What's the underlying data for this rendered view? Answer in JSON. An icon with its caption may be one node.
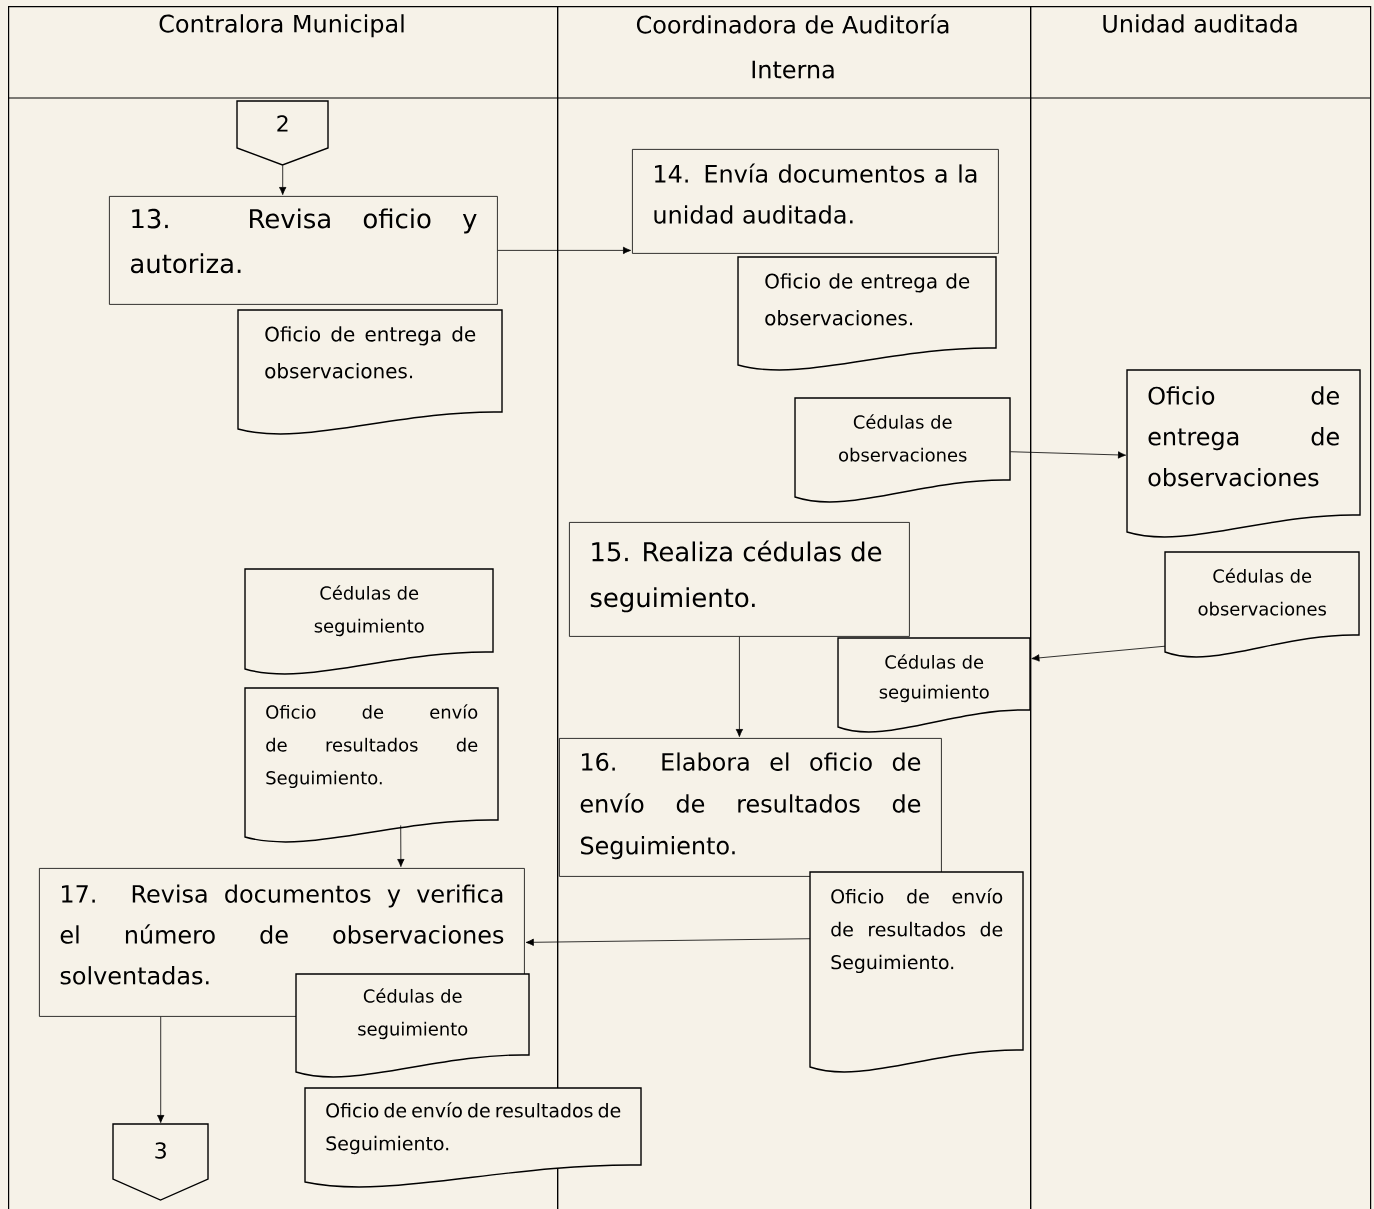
{
  "diagram": {
    "nodes": [
      {
        "text": [
          "Contralora Municipal"
        ]
      },
      {
        "text": [
          "Coordinadora de Auditoría Interna"
        ]
      },
      {
        "text": [
          "Unidad auditada"
        ]
      },
      {
        "text": [
          "2"
        ],
        "in": 0
      },
      {
        "text": [
          "13. Revisa oficio y autoriza."
        ],
        "in": 0
      },
      {
        "text": [
          "Oficio de entrega de observaciones."
        ],
        "in": 0
      },
      {
        "text": [
          "14. Envía documentos a la unidad auditada."
        ],
        "in": 1
      },
      {
        "text": [
          "Oficio de entrega de observaciones."
        ],
        "in": 1
      },
      {
        "text": [
          "Cédulas de observaciones"
        ],
        "in": 1
      },
      {
        "text": [
          "Oficio de entrega de observaciones"
        ],
        "in": 2
      },
      {
        "text": [
          "Cédulas de observaciones"
        ],
        "in": 2
      },
      {
        "text": [
          "15. Realiza cédulas de seguimiento."
        ],
        "in": 1
      },
      {
        "text": [
          "Cédulas de seguimiento"
        ],
        "in": 1
      },
      {
        "text": [
          "16. Elabora el oficio de envío de resultados de Seguimiento."
        ],
        "in": 1
      },
      {
        "text": [
          "Cédulas de seguimiento"
        ],
        "in": 0
      },
      {
        "text": [
          "Oficio de envío de resultados de Seguimiento."
        ],
        "in": 0
      },
      {
        "text": [
          "17. Revisa documentos y verifica el número de observaciones solventadas."
        ],
        "in": 0
      },
      {
        "text": [
          "Oficio de envío de resultados de Seguimiento."
        ],
        "in": 1
      },
      {
        "text": [
          "Cédulas de seguimiento"
        ],
        "in": 0
      },
      {
        "text": [
          "Oficio de envío de resultados de Seguimiento."
        ]
      },
      {
        "text": [
          "3"
        ],
        "in": 0
      }
    ],
    "edges": [
      {
        "from": 3,
        "to": 4,
        "arrow": "to"
      },
      {
        "from": 4,
        "to": 6,
        "arrow": "to"
      },
      {
        "from": 8,
        "to": 9,
        "arrow": "to"
      },
      {
        "from": 10,
        "to": 12,
        "arrow": "to"
      },
      {
        "from": 11,
        "to": 13,
        "arrow": "to"
      },
      {
        "from": 15,
        "to": 16,
        "arrow": "to"
      },
      {
        "from": 17,
        "to": 16,
        "arrow": "to"
      },
      {
        "from": 16,
        "to": 20,
        "arrow": "to"
      }
    ]
  }
}
